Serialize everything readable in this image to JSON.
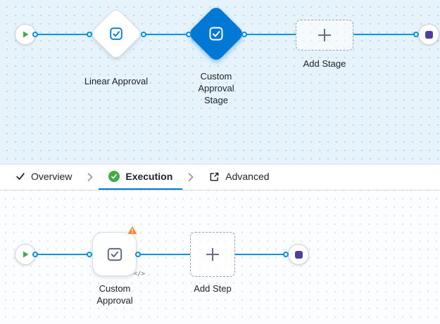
{
  "colors": {
    "accent_blue": "#0278d5",
    "edge_blue": "#0092e4",
    "success_green": "#42ab45",
    "warning_orange": "#ff832b",
    "stop_purple": "#4d3f9f"
  },
  "stage_canvas": {
    "start_node": {
      "icon": "play-icon"
    },
    "stages": [
      {
        "label": "Linear Approval",
        "type": "approval-stage",
        "selected": false
      },
      {
        "label": "Custom Approval Stage",
        "type": "approval-stage",
        "selected": true
      }
    ],
    "add_stage_label": "Add Stage",
    "end_node": {
      "icon": "stop-icon"
    }
  },
  "tabs": {
    "items": [
      {
        "label": "Overview",
        "icon": "check-icon",
        "active": false
      },
      {
        "label": "Execution",
        "icon": "check-circle-icon",
        "active": true
      },
      {
        "label": "Advanced",
        "icon": "advanced-icon",
        "active": false
      }
    ]
  },
  "step_canvas": {
    "start_node": {
      "icon": "play-icon"
    },
    "steps": [
      {
        "label": "Custom Approval",
        "type": "approval-step",
        "warning": true,
        "code_badge": "</>"
      }
    ],
    "add_step_label": "Add Step",
    "end_node": {
      "icon": "stop-icon"
    }
  }
}
